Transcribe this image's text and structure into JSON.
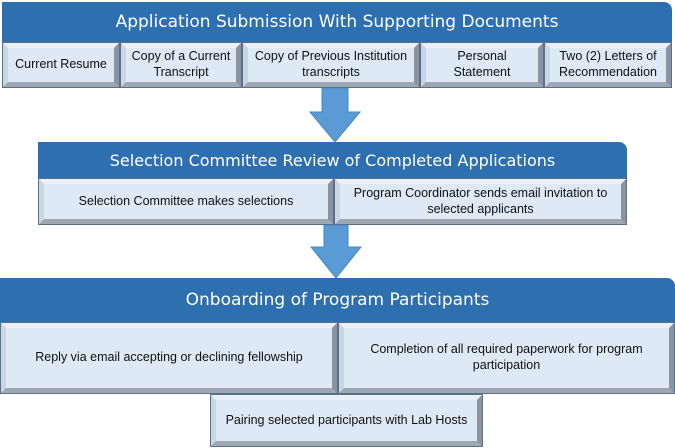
{
  "stages": [
    {
      "title": "Application Submission With Supporting Documents",
      "items": [
        "Current Resume",
        "Copy of a Current Transcript",
        "Copy of Previous Institution transcripts",
        "Personal Statement",
        "Two (2) Letters of Recommendation"
      ]
    },
    {
      "title": "Selection Committee Review of Completed Applications",
      "items": [
        "Selection Committee makes selections",
        "Program Coordinator sends email invitation to selected applicants"
      ]
    },
    {
      "title": "Onboarding of Program Participants",
      "items": [
        "Reply via email accepting or declining fellowship",
        "Completion of all required paperwork for program participation",
        "Pairing selected participants with Lab Hosts"
      ]
    }
  ],
  "colors": {
    "header": "#2e6fb0",
    "box_fill": "#dde9f5",
    "arrow": "#5b9bd5"
  }
}
